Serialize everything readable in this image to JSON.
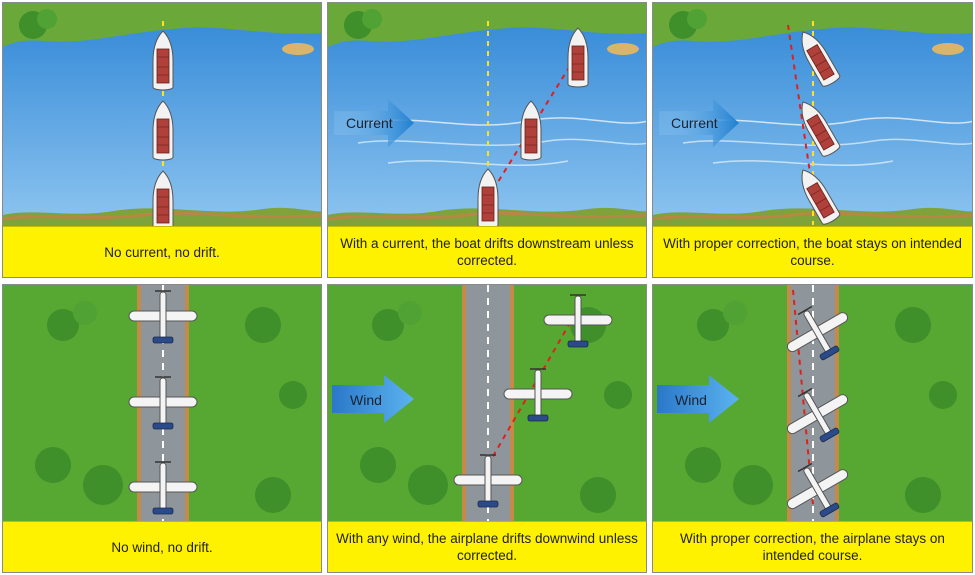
{
  "panels": [
    {
      "caption": "No current, no drift."
    },
    {
      "caption": "With a current, the boat drifts downstream unless corrected.",
      "arrow_label": "Current"
    },
    {
      "caption": "With proper correction, the boat stays on intended course.",
      "arrow_label": "Current"
    },
    {
      "caption": "No wind, no drift."
    },
    {
      "caption": "With any wind, the airplane drifts downwind unless corrected.",
      "arrow_label": "Wind"
    },
    {
      "caption": "With proper correction, the airplane stays on intended course.",
      "arrow_label": "Wind"
    }
  ],
  "colors": {
    "water": "#5aa6e6",
    "grass": "#56a832",
    "caption_bg": "#fff200",
    "course_line": "#ffe21a",
    "drift_line": "#e0201b",
    "arrow": "#2d8fd8"
  }
}
